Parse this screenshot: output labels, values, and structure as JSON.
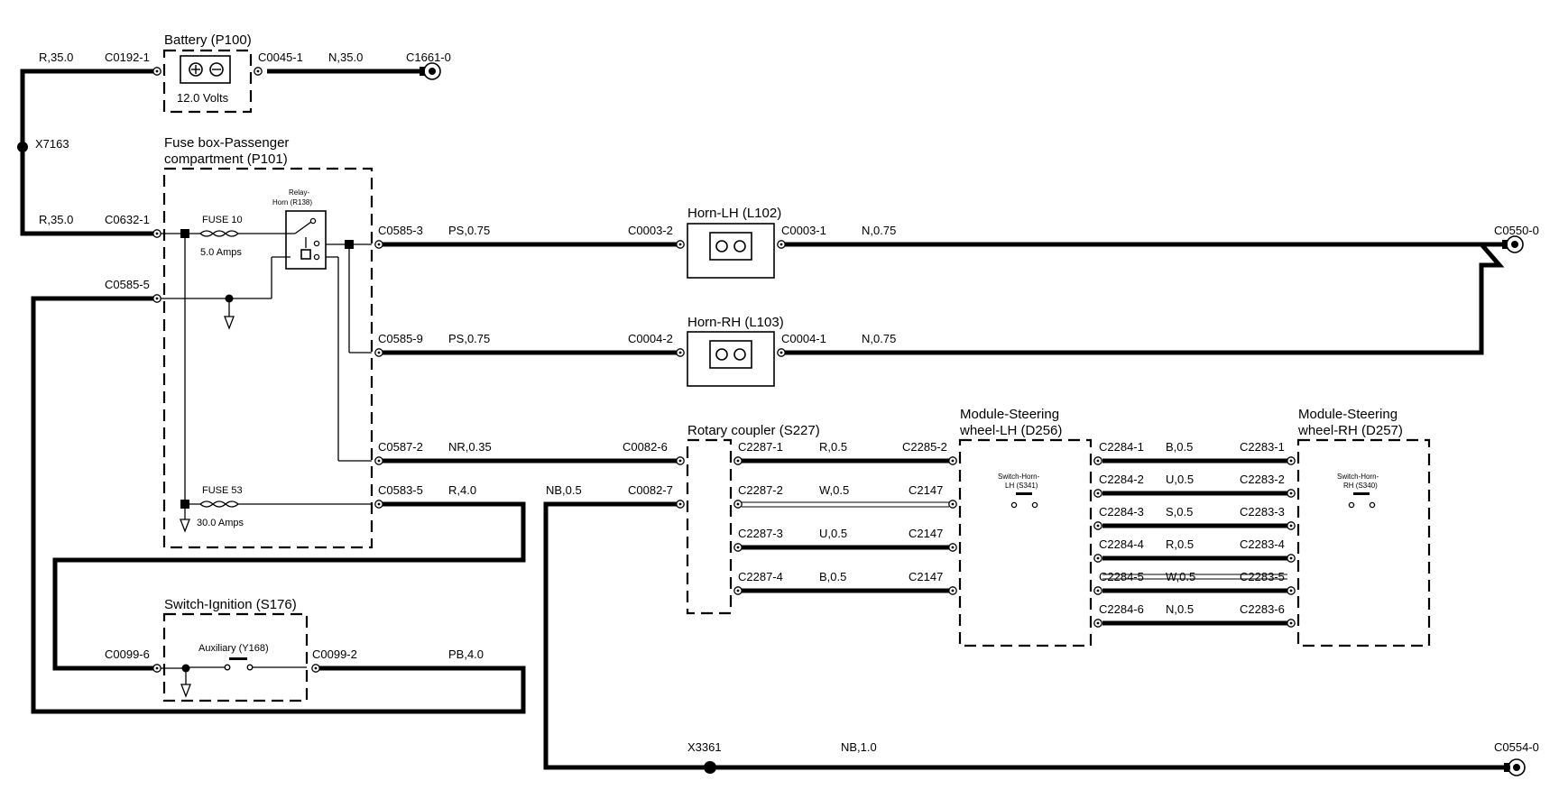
{
  "components": {
    "battery": {
      "title": "Battery (P100)",
      "voltage": "12.0 Volts"
    },
    "fuse_box": {
      "title_line1": "Fuse box-Passenger",
      "title_line2": "compartment (P101)"
    },
    "fuse10": {
      "name": "FUSE 10",
      "rating": "5.0 Amps"
    },
    "fuse53": {
      "name": "FUSE 53",
      "rating": "30.0 Amps"
    },
    "relay": {
      "line1": "Relay-",
      "line2": "Horn (R138)"
    },
    "horn_lh": {
      "title": "Horn-LH (L102)"
    },
    "horn_rh": {
      "title": "Horn-RH (L103)"
    },
    "rotary_coupler": {
      "title": "Rotary coupler (S227)"
    },
    "module_lh": {
      "title_line1": "Module-Steering",
      "title_line2": "wheel-LH (D256)",
      "switch_line1": "Switch-Horn-",
      "switch_line2": "LH (S341)"
    },
    "module_rh": {
      "title_line1": "Module-Steering",
      "title_line2": "wheel-RH (D257)",
      "switch_line1": "Switch-Horn-",
      "switch_line2": "RH (S340)"
    },
    "ignition": {
      "title": "Switch-Ignition (S176)",
      "contact": "Auxiliary (Y168)"
    }
  },
  "connectors": {
    "c0192_1": "C0192-1",
    "c0045_1": "C0045-1",
    "c1661_0": "C1661-0",
    "c0632_1": "C0632-1",
    "c0585_5": "C0585-5",
    "c0585_3": "C0585-3",
    "c0585_9": "C0585-9",
    "c0587_2": "C0587-2",
    "c0583_5": "C0583-5",
    "c0003_2": "C0003-2",
    "c0003_1": "C0003-1",
    "c0004_2": "C0004-2",
    "c0004_1": "C0004-1",
    "c0550_0": "C0550-0",
    "c0082_6": "C0082-6",
    "c0082_7": "C0082-7",
    "c2287_1": "C2287-1",
    "c2287_2": "C2287-2",
    "c2287_3": "C2287-3",
    "c2287_4": "C2287-4",
    "c2285_2": "C2285-2",
    "c2147_a": "C2147",
    "c2147_b": "C2147",
    "c2147_c": "C2147",
    "c2284": [
      "C2284-1",
      "C2284-2",
      "C2284-3",
      "C2284-4",
      "C2284-5",
      "C2284-6"
    ],
    "c2283": [
      "C2283-1",
      "C2283-2",
      "C2283-3",
      "C2283-4",
      "C2283-5",
      "C2283-6"
    ],
    "c0099_6": "C0099-6",
    "c0099_2": "C0099-2",
    "c0554_0": "C0554-0"
  },
  "splices": {
    "x7163": "X7163",
    "x3361": "X3361"
  },
  "wires": {
    "bat_pos": "R,35.0",
    "bat_neg": "N,35.0",
    "feed_fusebox": "R,35.0",
    "horn_lh_feed": "PS,0.75",
    "horn_lh_gnd": "N,0.75",
    "horn_rh_feed": "PS,0.75",
    "horn_rh_gnd": "N,0.75",
    "coupler_feed": "NR,0.35",
    "fuse53_out": "R,4.0",
    "coupler_gnd": "NB,0.5",
    "rc1": "R,0.5",
    "rc2": "W,0.5",
    "rc3": "U,0.5",
    "rc4": "B,0.5",
    "mod": [
      "B,0.5",
      "U,0.5",
      "S,0.5",
      "R,0.5",
      "W,0.5",
      "N,0.5"
    ],
    "ign_out": "PB,4.0",
    "ground_main": "NB,1.0"
  },
  "colors": {
    "ink": "#000000",
    "background": "#ffffff"
  },
  "icons": [
    "fuse-icon",
    "relay-icon",
    "ground-icon",
    "eyelet-ground-icon",
    "connector-pin-icon",
    "switch-icon",
    "horn-icon"
  ]
}
